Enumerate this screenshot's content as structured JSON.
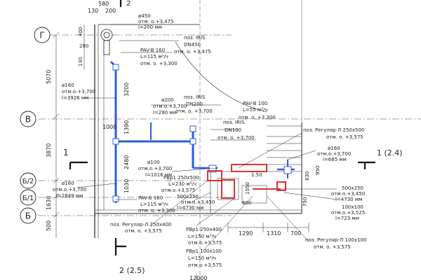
{
  "grid_axes": [
    {
      "label": "Г"
    },
    {
      "label": "В"
    },
    {
      "label": "Б/2"
    },
    {
      "label": "Б/1"
    },
    {
      "label": "Б"
    }
  ],
  "section_marks": {
    "left": "1",
    "right": "1 (2.4)",
    "bottom": "2 (2.5)",
    "top": "2"
  },
  "dimensions": {
    "top": [
      "580",
      "130",
      "200"
    ],
    "left_vertical": [
      "5070",
      "3870",
      "1630",
      "500"
    ],
    "left_small": [
      "400",
      "280",
      "130"
    ],
    "inner_vertical": [
      "3200",
      "1390",
      "2480",
      "1030",
      "1000"
    ],
    "right_vertical": [
      "630",
      "950",
      "1050",
      "600",
      "750"
    ],
    "bottom_horizontal": [
      "1290",
      "1310",
      "700"
    ],
    "bottom_total": "12000",
    "room_mark": "1.50"
  },
  "labels": {
    "d450": [
      "ø450",
      "отм. о.+3,475",
      "l=200 мм"
    ],
    "iris_dn450": [
      "поз. IRIS",
      "DN450"
    ],
    "pav160_top": [
      "PAV-B 160",
      "L=115 м³/ч",
      "отм. о. +3,475"
    ],
    "axis_note": "отм. о. +3,300",
    "d160_left": [
      "ø160",
      "отм.о.+3,700",
      "l=3926 мм"
    ],
    "d200": [
      "ø200",
      "отм.о.+3,700",
      "l=290 мм"
    ],
    "iris_dn200": [
      "поз. IRIS",
      "DN200",
      "отм. о. +3,700"
    ],
    "pav100": [
      "PAV-B 100",
      "L=55 м³/ч",
      "отм. о. +3,300"
    ],
    "iris_dn100": [
      "поз. IRIS",
      "DN100",
      "отм. о. +3,700"
    ],
    "regular_250_500": [
      "поз. Регуляр-Л 250х500",
      "отм. о. +3,575"
    ],
    "d160_right": [
      "ø160",
      "отм.о.+3,700",
      "l=685 мм"
    ],
    "d100_mid": [
      "ø100",
      "отм.о.+3,700",
      "l=1016 мм"
    ],
    "rvr_250_500": [
      "РВр1 250х500",
      "L=230 м³/ч",
      "отм.о.+3,575"
    ],
    "d160_lower": [
      "ø160",
      "отм.о.+3,700",
      "l=2849 мм"
    ],
    "pav160_low": [
      "PAV-B 160",
      "L=115 м³/ч",
      "отм. о. +3,300"
    ],
    "d250": [
      "500х250",
      "отм.о.+3,450",
      "l=4730 мм"
    ],
    "d250_right": [
      "500х250",
      "отм.о.+3,450",
      "l=4730 мм"
    ],
    "d100_100": [
      "100х100",
      "отм.о.+3,525",
      "l=723 мм"
    ],
    "regular_250_400": [
      "поз. Регуляр-Л 250х400",
      "отм. о. +3,575"
    ],
    "rvr_250_400": [
      "РВр1 250х400",
      "L=150 м³/ч",
      "отм.о.+3,575"
    ],
    "rvr_100_100": [
      "РВр1 100х100",
      "L=150 м³/ч",
      "отм.о.+3,575"
    ],
    "regular_100_100": [
      "поз. Регуляр-Л 100х100",
      "отм. о. +3,575"
    ]
  },
  "colors": {
    "duct_blue": "#2b5fd9",
    "duct_red": "#e03030",
    "line": "#222222",
    "grid_dash": "#444444"
  }
}
